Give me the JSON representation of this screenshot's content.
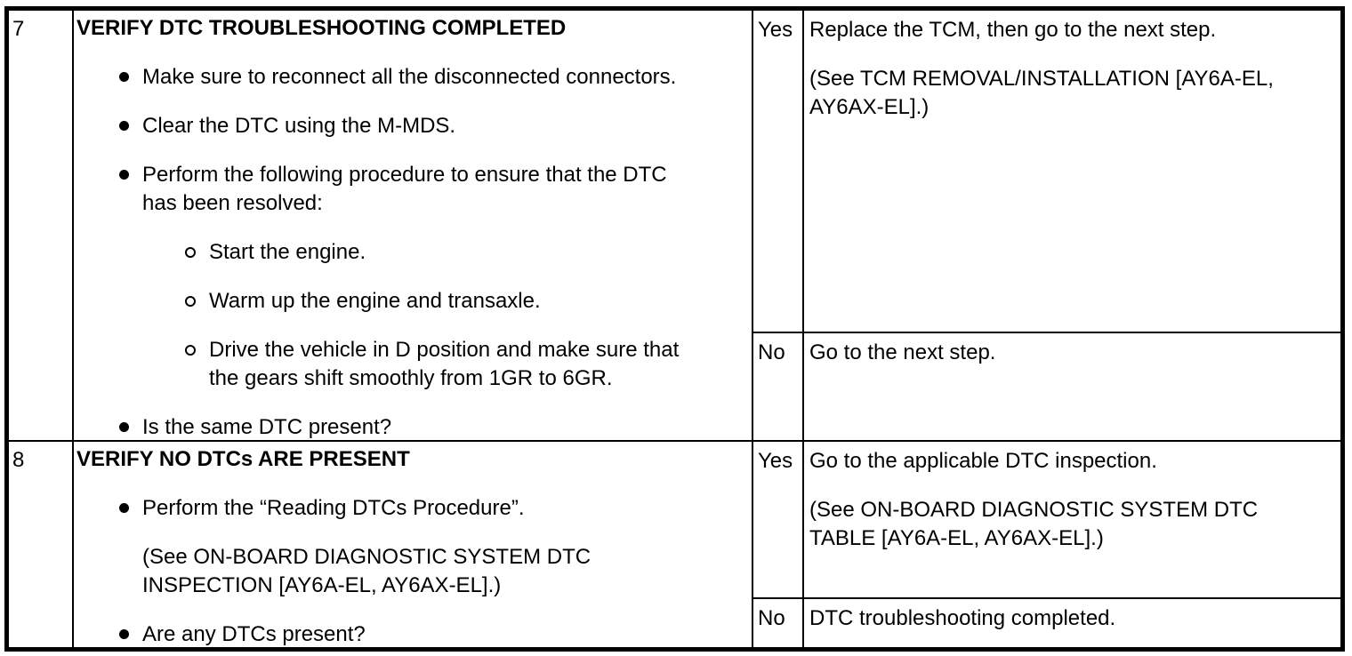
{
  "document_type": "dtc-troubleshooting-table",
  "colors": {
    "text": "#000000",
    "border": "#000000",
    "background": "#ffffff"
  },
  "markers": {
    "level1": "filled-bullet",
    "level2": "open-circle"
  },
  "table": {
    "rows": [
      {
        "step": "7",
        "action": {
          "title": "VERIFY DTC TROUBLESHOOTING COMPLETED",
          "items": [
            {
              "type": "bullet",
              "lines": [
                "Make sure to reconnect all the disconnected connectors."
              ]
            },
            {
              "type": "bullet",
              "lines": [
                "Clear the DTC using the M-MDS."
              ]
            },
            {
              "type": "bullet",
              "lines": [
                "Perform the following procedure to ensure that the DTC",
                "has been resolved:"
              ]
            },
            {
              "type": "circle",
              "lines": [
                "Start the engine."
              ]
            },
            {
              "type": "circle",
              "lines": [
                "Warm up the engine and transaxle."
              ]
            },
            {
              "type": "circle",
              "lines": [
                "Drive the vehicle in D position and make sure that",
                "the gears shift smoothly from 1GR to 6GR."
              ]
            },
            {
              "type": "bullet",
              "lines": [
                "Is the same DTC present?"
              ]
            }
          ]
        },
        "branches": [
          {
            "flag": "Yes",
            "paragraphs": [
              {
                "lines": [
                  "Replace the TCM, then go to the next step."
                ]
              },
              {
                "lines": [
                  "(See TCM REMOVAL/INSTALLATION [AY6A-EL,",
                  "AY6AX-EL].)"
                ]
              }
            ]
          },
          {
            "flag": "No",
            "paragraphs": [
              {
                "lines": [
                  "Go to the next step."
                ]
              }
            ]
          }
        ]
      },
      {
        "step": "8",
        "action": {
          "title": "VERIFY NO DTCs ARE PRESENT",
          "items": [
            {
              "type": "bullet",
              "lines": [
                "Perform the “Reading DTCs Procedure”."
              ]
            },
            {
              "type": "plain",
              "lines": [
                "(See ON-BOARD DIAGNOSTIC SYSTEM DTC",
                "INSPECTION [AY6A-EL, AY6AX-EL].)"
              ]
            },
            {
              "type": "bullet",
              "lines": [
                "Are any DTCs present?"
              ]
            }
          ]
        },
        "branches": [
          {
            "flag": "Yes",
            "paragraphs": [
              {
                "lines": [
                  "Go to the applicable DTC inspection."
                ]
              },
              {
                "lines": [
                  "(See ON-BOARD DIAGNOSTIC SYSTEM DTC",
                  "TABLE [AY6A-EL, AY6AX-EL].)"
                ]
              }
            ]
          },
          {
            "flag": "No",
            "paragraphs": [
              {
                "lines": [
                  "DTC troubleshooting completed."
                ]
              }
            ]
          }
        ]
      }
    ]
  }
}
